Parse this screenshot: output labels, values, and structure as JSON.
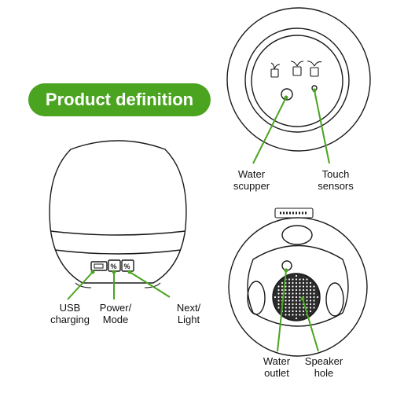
{
  "title": "Product definition",
  "colors": {
    "accent": "#4aa41f",
    "line": "#1a1a1a",
    "speaker": "#2b2b2b"
  },
  "labels": {
    "usb": [
      "USB",
      "charging"
    ],
    "power": [
      "Power/",
      "Mode"
    ],
    "next": [
      "Next/",
      "Light"
    ],
    "water_scupper": [
      "Water",
      "scupper"
    ],
    "touch_sensors": [
      "Touch",
      "sensors"
    ],
    "water_outlet": [
      "Water",
      "outlet"
    ],
    "speaker_hole": [
      "Speaker",
      "hole"
    ]
  },
  "icons": [
    "battery-icon",
    "volume-down-icon",
    "volume-up-icon",
    "plant-leaf-icon",
    "plant-sprout-icon",
    "plant-bloom-icon"
  ]
}
